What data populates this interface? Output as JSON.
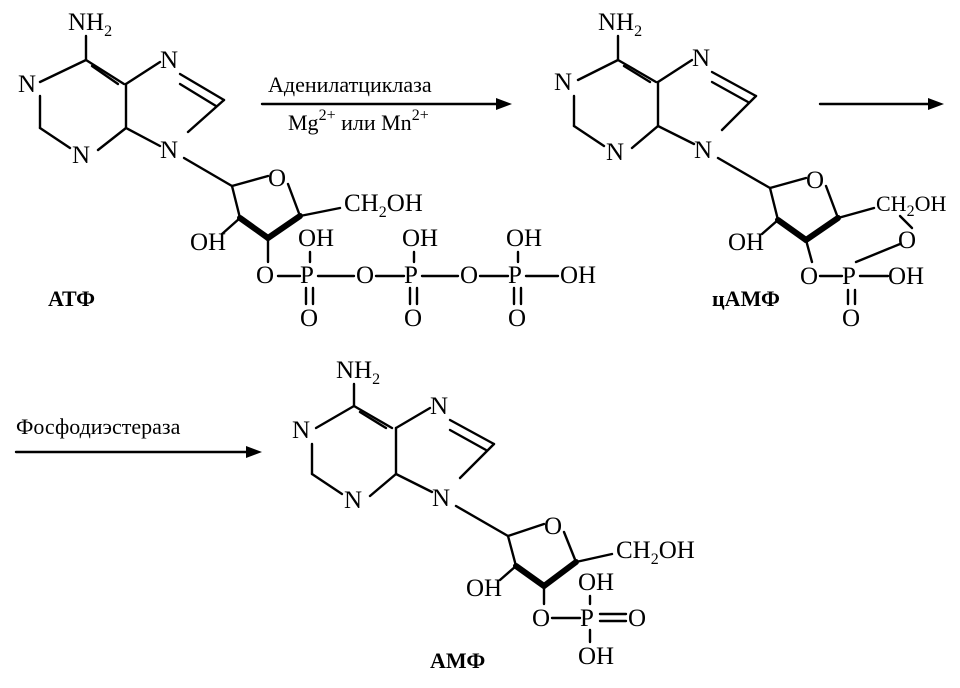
{
  "reaction1": {
    "enzyme": "Аденилатциклаза",
    "cofactor_prefix": "Mg",
    "cofactor_sup1": "2+",
    "cofactor_mid": " или Mn",
    "cofactor_sup2": "2+"
  },
  "reaction2": {
    "enzyme": "Фосфодиэстераза"
  },
  "molecules": {
    "atp": {
      "label": "АТФ"
    },
    "camp": {
      "label": "цАМФ"
    },
    "amp": {
      "label": "АМФ"
    }
  },
  "atoms": {
    "nh": "NH",
    "sub2": "2",
    "n": "N",
    "o": "O",
    "oh": "OH",
    "p": "P",
    "ch": "CH",
    "ch2oh_tail": "OH",
    "dash_o": "O",
    "dash_oh": "OH"
  }
}
